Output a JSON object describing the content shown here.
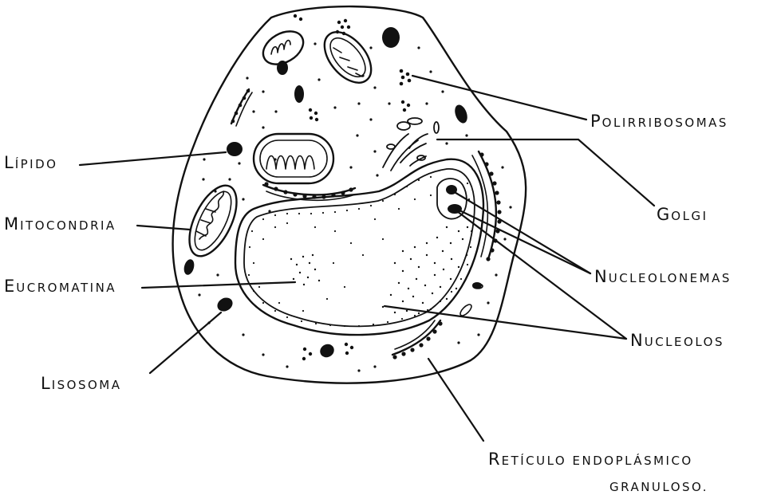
{
  "labels": {
    "polirribosomas": {
      "first": "P",
      "rest": "OLIRRIBOSOMAS"
    },
    "golgi": {
      "first": "G",
      "rest": "OLGI"
    },
    "lipido": {
      "first": "L",
      "rest": "ÍPIDO"
    },
    "mitocondria": {
      "first": "M",
      "rest": "ITOCONDRIA"
    },
    "nucleolonemas": {
      "first": "N",
      "rest": "UCLEOLONEMAS"
    },
    "eucromatina": {
      "first": "E",
      "rest": "UCROMATINA"
    },
    "nucleolos": {
      "first": "N",
      "rest": "UCLEOLOS"
    },
    "lisosoma": {
      "first": "L",
      "rest": "ISOSOMA"
    },
    "reticulo_line1": {
      "first": "R",
      "rest": "ETÍCULO ENDOPLÁSMICO"
    },
    "reticulo_line2": "GRANULOSO."
  },
  "colors": {
    "ink": "#111111",
    "background": "#ffffff"
  }
}
